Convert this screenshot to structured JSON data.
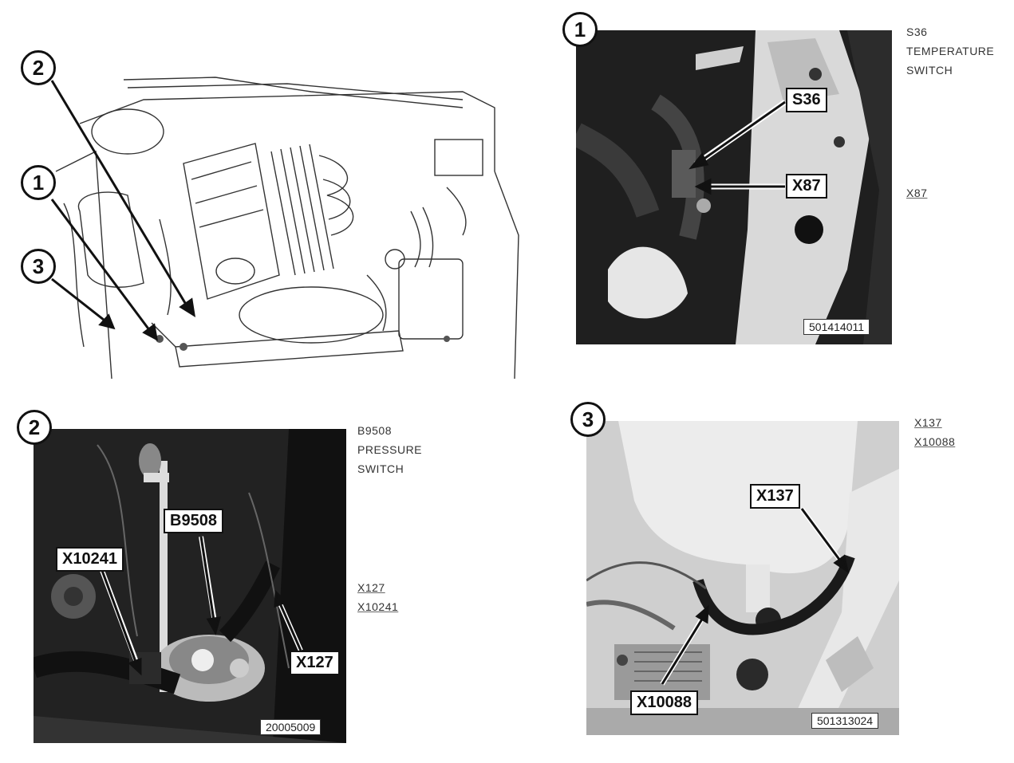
{
  "overview": {
    "callouts": [
      "2",
      "1",
      "3"
    ]
  },
  "panel1": {
    "callout": "1",
    "labels": [
      "S36",
      "X87"
    ],
    "figure_id": "501414011",
    "side_title": [
      "S36",
      "TEMPERATURE",
      "SWITCH"
    ],
    "side_refs": [
      "X87"
    ]
  },
  "panel2": {
    "callout": "2",
    "labels": [
      "B9508",
      "X10241",
      "X127"
    ],
    "figure_id": "20005009",
    "side_title": [
      "B9508",
      "PRESSURE",
      "SWITCH"
    ],
    "side_refs": [
      "X127",
      "X10241"
    ]
  },
  "panel3": {
    "callout": "3",
    "labels": [
      "X137",
      "X10088"
    ],
    "figure_id": "501313024",
    "side_refs": [
      "X137",
      "X10088"
    ]
  }
}
